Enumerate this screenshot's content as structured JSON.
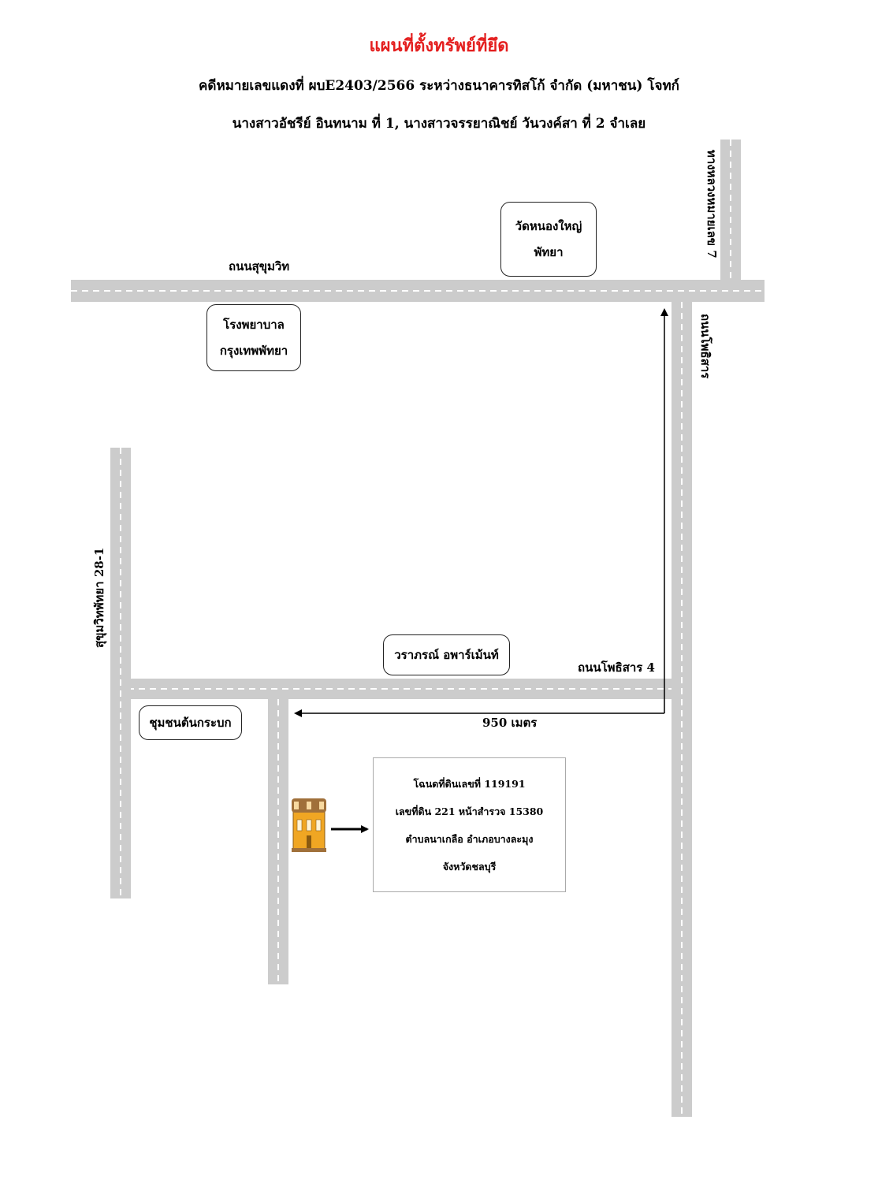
{
  "header": {
    "title": "แผนที่ตั้งทรัพย์ที่ยึด",
    "line1": "คดีหมายเลขแดงที่ ผบE2403/2566 ระหว่างธนาคารทิสโก้ จำกัด (มหาชน) โจทก์",
    "line2": "นางสาวอัชรีย์  อินทนาม ที่ 1, นางสาวจรรยาณิชย์  วันวงค์สา ที่ 2 จำเลย"
  },
  "roads": {
    "sukhumvit": "ถนนสุขุมวิท",
    "highway7": "ทางหลวงหมายเลข 7",
    "phothisan": "ถนนโพธิสาร",
    "phothisan4": "ถนนโพธิสาร 4",
    "sukhumvit_pattaya_28_1": "สุขุมวิทพัทยา 28-1"
  },
  "landmarks": {
    "wat": {
      "line1": "วัดหนองใหญ่",
      "line2": "พัทยา"
    },
    "hospital": {
      "line1": "โรงพยาบาล",
      "line2": "กรุงเทพพัทยา"
    },
    "apartment": "วราภรณ์ อพาร์เม้นท์",
    "community": "ชุมชนต้นกระบก"
  },
  "route": {
    "distance": "950 เมตร"
  },
  "property": {
    "line1": "โฉนดที่ดินเลขที่ 119191",
    "line2": "เลขที่ดิน 221 หน้าสำรวจ 15380",
    "line3": "ตำบลนาเกลือ อำเภอบางละมุง",
    "line4": "จังหวัดชลบุรี"
  },
  "colors": {
    "road": "#cccccc",
    "dash": "#ffffff",
    "title": "#e41f1f",
    "building": "#f0a623"
  },
  "icons": {
    "building": "building-icon"
  }
}
